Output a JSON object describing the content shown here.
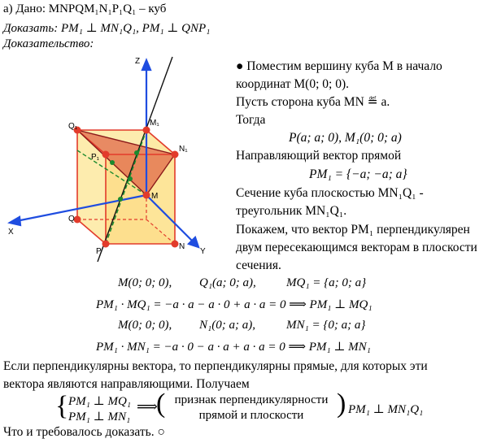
{
  "header": {
    "given": "а) Дано: MNPQM₁N₁P₁Q₁ – куб",
    "prove": "Доказать: PM₁ ⊥ MN₁Q₁,  PM₁ ⊥ QNP₁",
    "proof": "Доказательство:"
  },
  "figure": {
    "axis_x": "X",
    "axis_y": "Y",
    "axis_z": "Z",
    "p_Q1": "Q₁",
    "p_M1": "M₁",
    "p_N1": "N₁",
    "p_P1": "P₁",
    "p_Q": "Q",
    "p_M": "M",
    "p_N": "N",
    "p_P": "P"
  },
  "right": {
    "l1": "● Поместим вершину куба M в начало",
    "l2": "координат M(0; 0; 0).",
    "l3": "Пусть сторона куба MN ≝ a.",
    "l4": "Тогда",
    "l5": "P(a; a; 0),        M₁(0; 0; a)",
    "l6": "Направляющий вектор прямой",
    "l7": "PM₁ = {−a; −a; a}",
    "l8": "Сечение куба плоскостью MN₁Q₁ -",
    "l9": "треугольник MN₁Q₁.",
    "l10": "Покажем, что вектор PM₁ перпендикулярен",
    "l11": "двум пересекающимся векторам в плоскости",
    "l12": "сечения."
  },
  "body": {
    "e1a": "M(0; 0; 0),",
    "e1b": "Q₁(a; 0; a),",
    "e1c": "MQ₁ = {a; 0; a}",
    "e2": "PM₁ · MQ₁ = −a · a − a · 0 + a · a = 0 ⟹ PM₁ ⊥ MQ₁",
    "e3a": "M(0; 0; 0),",
    "e3b": "N₁(0; a; a),",
    "e3c": "MN₁ = {0; a; a}",
    "e4": "PM₁ · MN₁ = −a · 0 − a · a + a · a = 0 ⟹ PM₁ ⊥ MN₁",
    "t1": "Если перпендикулярны вектора, то перпендикулярны прямые, для которых эти",
    "t2": "вектора являются направляющими. Получаем",
    "s1": "PM₁ ⊥ MQ₁",
    "s2": "PM₁ ⊥ MN₁",
    "c1": "признак перпендикулярности",
    "c2": "прямой и плоскости",
    "res": "PM₁ ⊥ MN₁Q₁",
    "end": "Что и требовалось доказать. ○"
  }
}
